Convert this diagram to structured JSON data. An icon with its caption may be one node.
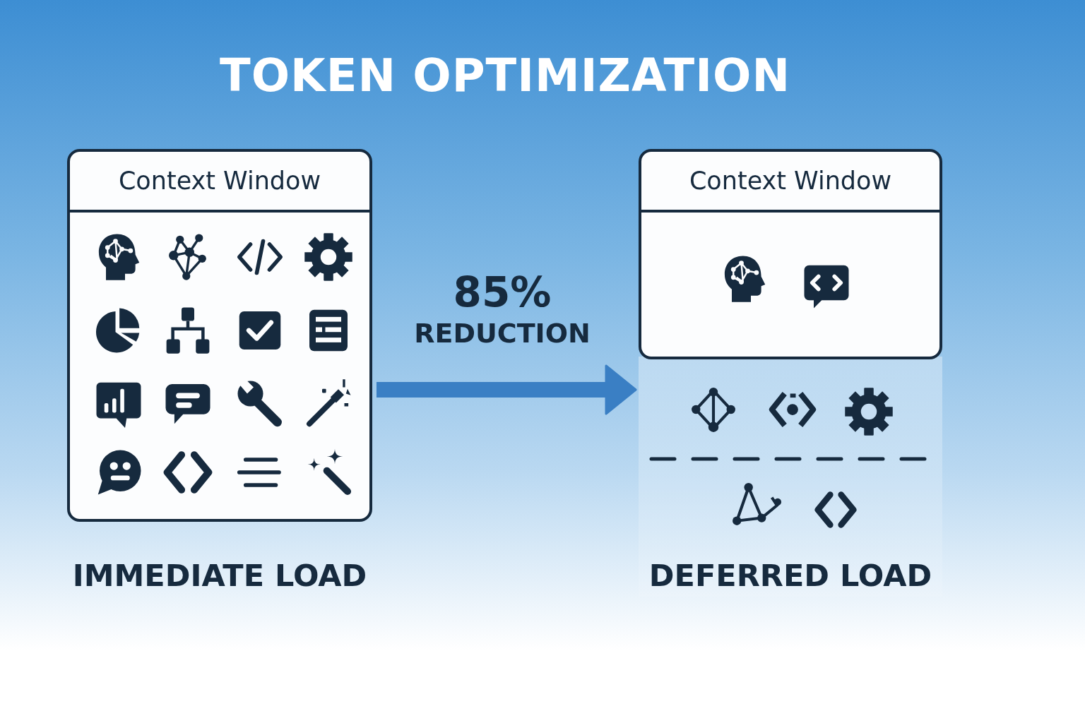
{
  "diagram": {
    "title": "TOKEN OPTIMIZATION",
    "nodes": [
      {
        "text": [
          "Context Window"
        ],
        "beside": [
          "IMMEDIATE LOAD"
        ]
      },
      {
        "text": [
          "Context Window"
        ]
      }
    ],
    "edges": [
      {
        "from": 0,
        "to": 1,
        "arrow": "to"
      }
    ],
    "labels": [
      "85%",
      "REDUCTION",
      "DEFERRED LOAD"
    ]
  }
}
